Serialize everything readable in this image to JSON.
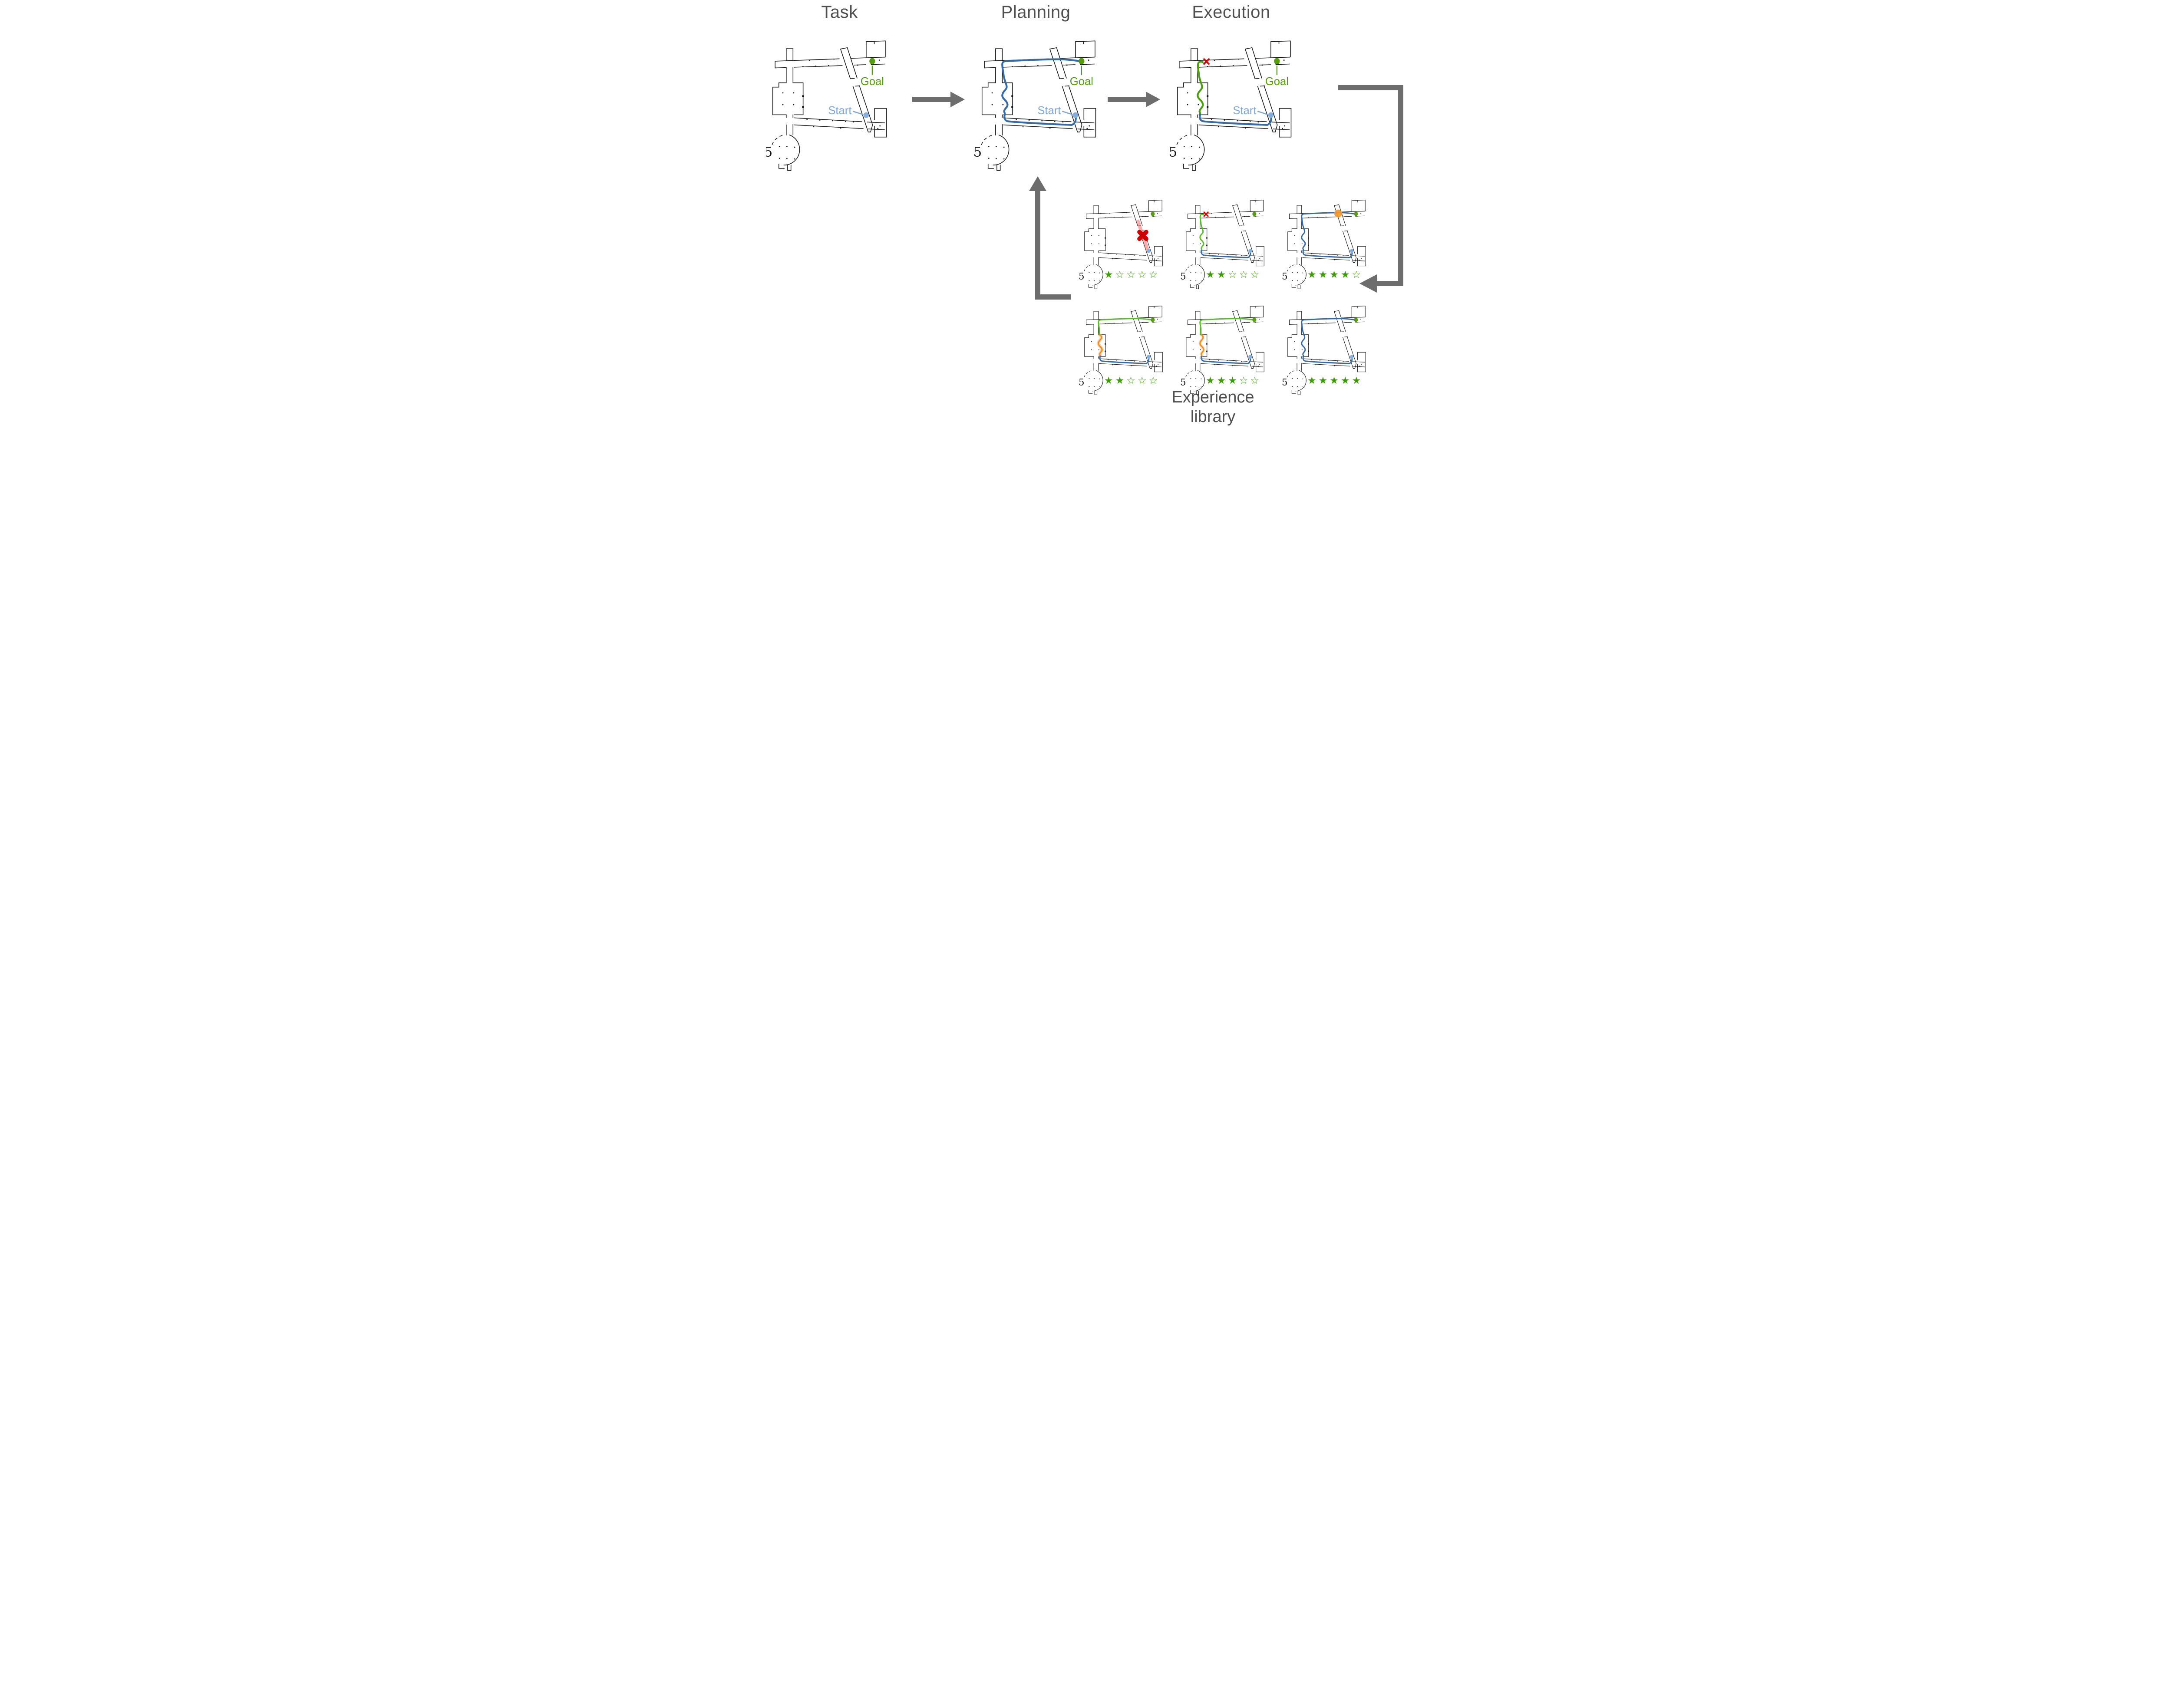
{
  "figure": {
    "type": "robot-navigation-experience-loop-diagram"
  },
  "panels": [
    {
      "id": "task",
      "title": "Task",
      "goal_label": "Goal",
      "start_label": "Start"
    },
    {
      "id": "planning",
      "title": "Planning",
      "goal_label": "Goal",
      "start_label": "Start"
    },
    {
      "id": "execution",
      "title": "Execution",
      "goal_label": "Goal",
      "start_label": "Start"
    }
  ],
  "library": {
    "title_line1": "Experience",
    "title_line2": "library",
    "max_stars": 5,
    "items": [
      {
        "name": "blocked-corridor-experience",
        "rating": 1
      },
      {
        "name": "aborted-execution-experience",
        "rating": 2
      },
      {
        "name": "congested-route-experience",
        "rating": 4
      },
      {
        "name": "slow-segment-experience",
        "rating": 2
      },
      {
        "name": "medium-segment-experience",
        "rating": 3
      },
      {
        "name": "successful-route-experience",
        "rating": 5
      }
    ]
  },
  "map": {
    "room_label": "5"
  },
  "colors": {
    "wall": "#161616",
    "title": "#4f4f4f",
    "arrow": "#6d6d6d",
    "goal-green": "#579c10",
    "star-green": "#3f9b0c",
    "exec-green": "#4f9d17",
    "lib-green": "#5abc26",
    "path-blue": "#386aa3",
    "start-blue": "#85aede",
    "start-label": "#7ea7d8",
    "red": "#cf0000",
    "red-band": "rgba(231,76,76,0.45)",
    "orange": "#ee8c1e",
    "orange-blob": "#f2992d",
    "orange-glow": "rgba(247,173,96,0.50)",
    "orange-glow2": "rgba(247,173,96,0.38)",
    "star-filled-char": "★",
    "star-empty-char": "☆"
  }
}
